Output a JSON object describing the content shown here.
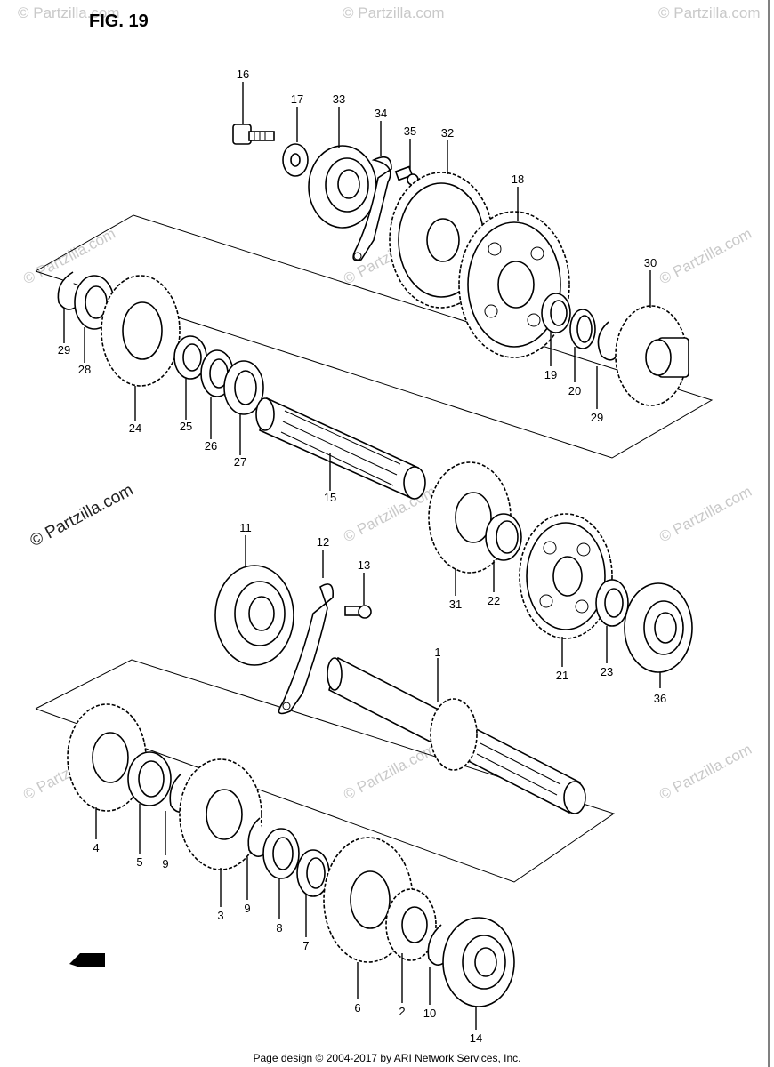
{
  "figure": {
    "title": "FIG. 19"
  },
  "watermark": {
    "text": "© Partzilla.com",
    "color": "#c9c9c9"
  },
  "footer": {
    "text": "Page design © 2004-2017 by ARI Network Services, Inc."
  },
  "labels": {
    "p1": "1",
    "p2": "2",
    "p3": "3",
    "p4": "4",
    "p5": "5",
    "p6": "6",
    "p7": "7",
    "p8": "8",
    "p9a": "9",
    "p9b": "9",
    "p10": "10",
    "p11": "11",
    "p12": "12",
    "p13": "13",
    "p14": "14",
    "p15": "15",
    "p16": "16",
    "p17": "17",
    "p18": "18",
    "p19": "19",
    "p20": "20",
    "p21": "21",
    "p22": "22",
    "p23": "23",
    "p24": "24",
    "p25": "25",
    "p26": "26",
    "p27": "27",
    "p28": "28",
    "p29a": "29",
    "p29b": "29",
    "p30": "30",
    "p31": "31",
    "p32": "32",
    "p33": "33",
    "p34": "34",
    "p35": "35",
    "p36": "36"
  }
}
